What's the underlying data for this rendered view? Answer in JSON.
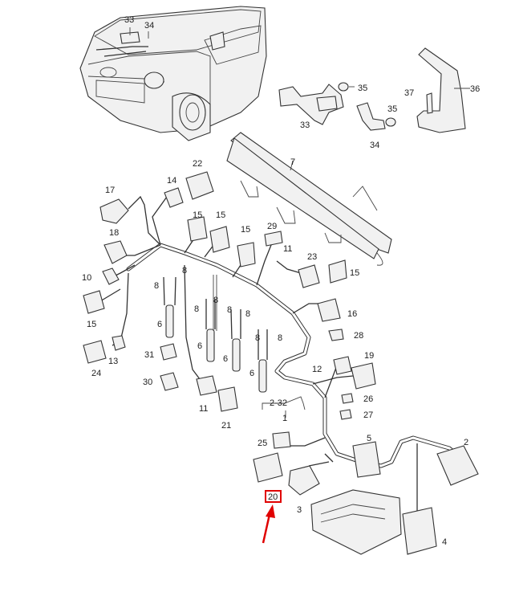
{
  "labels": {
    "l1": "1",
    "l2": "2",
    "l2_32": "2-32",
    "l3": "3",
    "l4": "4",
    "l5": "5",
    "l6a": "6",
    "l6b": "6",
    "l6c": "6",
    "l6d": "6",
    "l7": "7",
    "l8a": "8",
    "l8b": "8",
    "l8c": "8",
    "l8d": "8",
    "l8e": "8",
    "l8f": "8",
    "l8g": "8",
    "l8h": "8",
    "l10": "10",
    "l11a": "11",
    "l11b": "11",
    "l12": "12",
    "l13": "13",
    "l14": "14",
    "l15a": "15",
    "l15b": "15",
    "l15c": "15",
    "l15d": "15",
    "l15e": "15",
    "l16": "16",
    "l17": "17",
    "l18": "18",
    "l19": "19",
    "l20": "20",
    "l21": "21",
    "l22": "22",
    "l23": "23",
    "l24": "24",
    "l25": "25",
    "l26": "26",
    "l27": "27",
    "l28": "28",
    "l29": "29",
    "l30": "30",
    "l31": "31",
    "l33a": "33",
    "l33b": "33",
    "l34a": "34",
    "l34b": "34",
    "l35a": "35",
    "l35b": "35",
    "l36": "36",
    "l37": "37"
  },
  "highlight": {
    "target_label": "20",
    "box_color": "#e00000",
    "arrow_color": "#e00000"
  }
}
